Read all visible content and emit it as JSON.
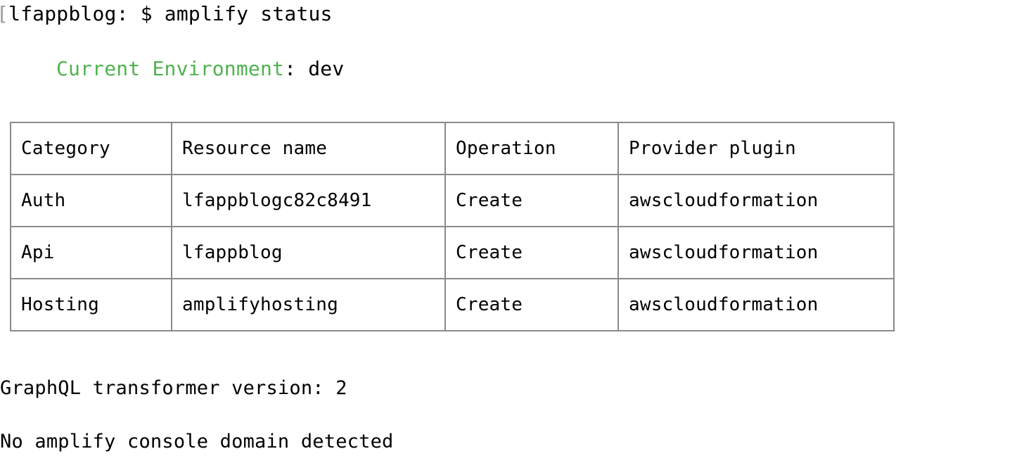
{
  "terminal": {
    "prompt": {
      "bracket": "[",
      "text": "lfappblog: $ amplify status"
    },
    "environment": {
      "label": "Current Environment",
      "separator": ": ",
      "value": "dev",
      "label_color": "#4fb24f"
    },
    "table": {
      "headers": [
        "Category",
        "Resource name",
        "Operation",
        "Provider plugin"
      ],
      "rows": [
        {
          "category": "Auth",
          "resource_name": "lfappblogc82c8491",
          "operation": "Create",
          "provider_plugin": "awscloudformation"
        },
        {
          "category": "Api",
          "resource_name": "lfappblog",
          "operation": "Create",
          "provider_plugin": "awscloudformation"
        },
        {
          "category": "Hosting",
          "resource_name": "amplifyhosting",
          "operation": "Create",
          "provider_plugin": "awscloudformation"
        }
      ],
      "border_color": "#8a8a8a"
    },
    "footer": {
      "line1": "GraphQL transformer version: 2",
      "line2": "No amplify console domain detected"
    }
  }
}
